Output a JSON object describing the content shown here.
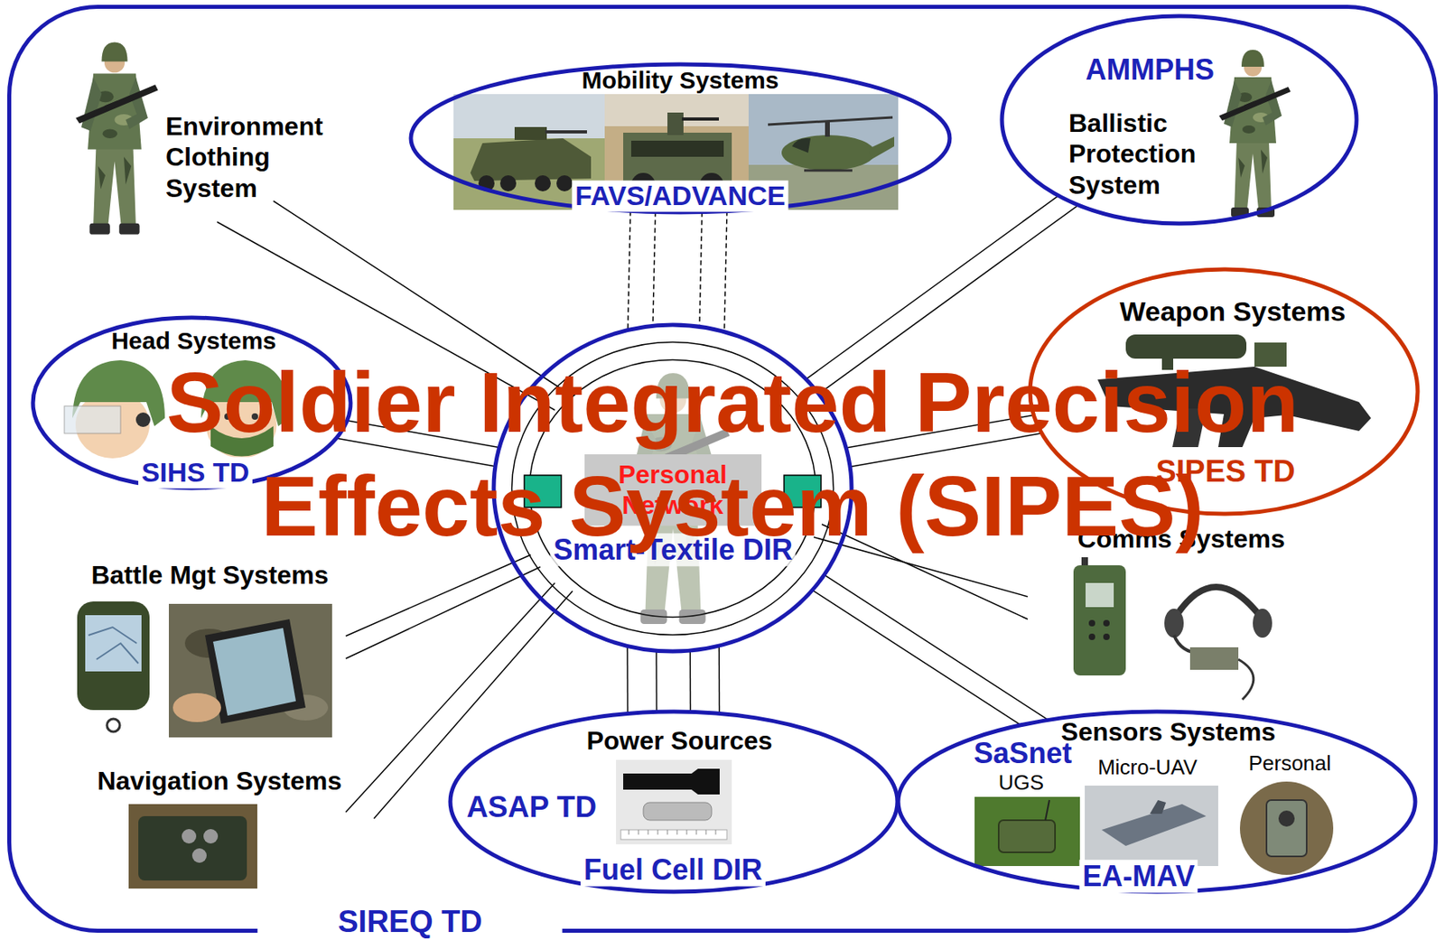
{
  "diagram": {
    "title": "Soldier Integrated Precision Effects System (SIPES)",
    "nodes": [
      {
        "text": [
          "SIREQ TD"
        ]
      },
      {
        "text": [
          "Mobility Systems",
          "FAVS/ADVANCE"
        ],
        "in": 0
      },
      {
        "text": [
          "AMMPHS",
          "Ballistic Protection System"
        ],
        "in": 0
      },
      {
        "text": [
          "Head Systems",
          "SIHS TD"
        ],
        "in": 0
      },
      {
        "text": [
          "Smart-Textile DIR"
        ],
        "in": 0
      },
      {
        "text": [
          "Personal Network"
        ],
        "in": 4
      },
      {
        "text": [
          "Weapon Systems",
          "SIPES TD"
        ],
        "in": 0
      },
      {
        "text": [
          "Power Sources",
          "ASAP TD",
          "Fuel Cell DIR"
        ],
        "in": 0
      },
      {
        "text": [
          "Sensors Systems",
          "SaSnet",
          "UGS",
          "Micro-UAV",
          "Personal",
          "EA-MAV"
        ],
        "in": 0
      }
    ],
    "edges": [
      {
        "from": 1,
        "to": 4,
        "arrow": "none"
      },
      {
        "from": 2,
        "to": 4,
        "arrow": "none"
      },
      {
        "from": 3,
        "to": 4,
        "arrow": "none"
      },
      {
        "from": 6,
        "to": 4,
        "arrow": "none"
      },
      {
        "from": 7,
        "to": 4,
        "arrow": "none"
      },
      {
        "from": 8,
        "to": 4,
        "arrow": "none"
      }
    ],
    "labels": [
      "Environment Clothing System",
      "Battle Mgt Systems",
      "Navigation Systems",
      "Comms Systems"
    ]
  }
}
